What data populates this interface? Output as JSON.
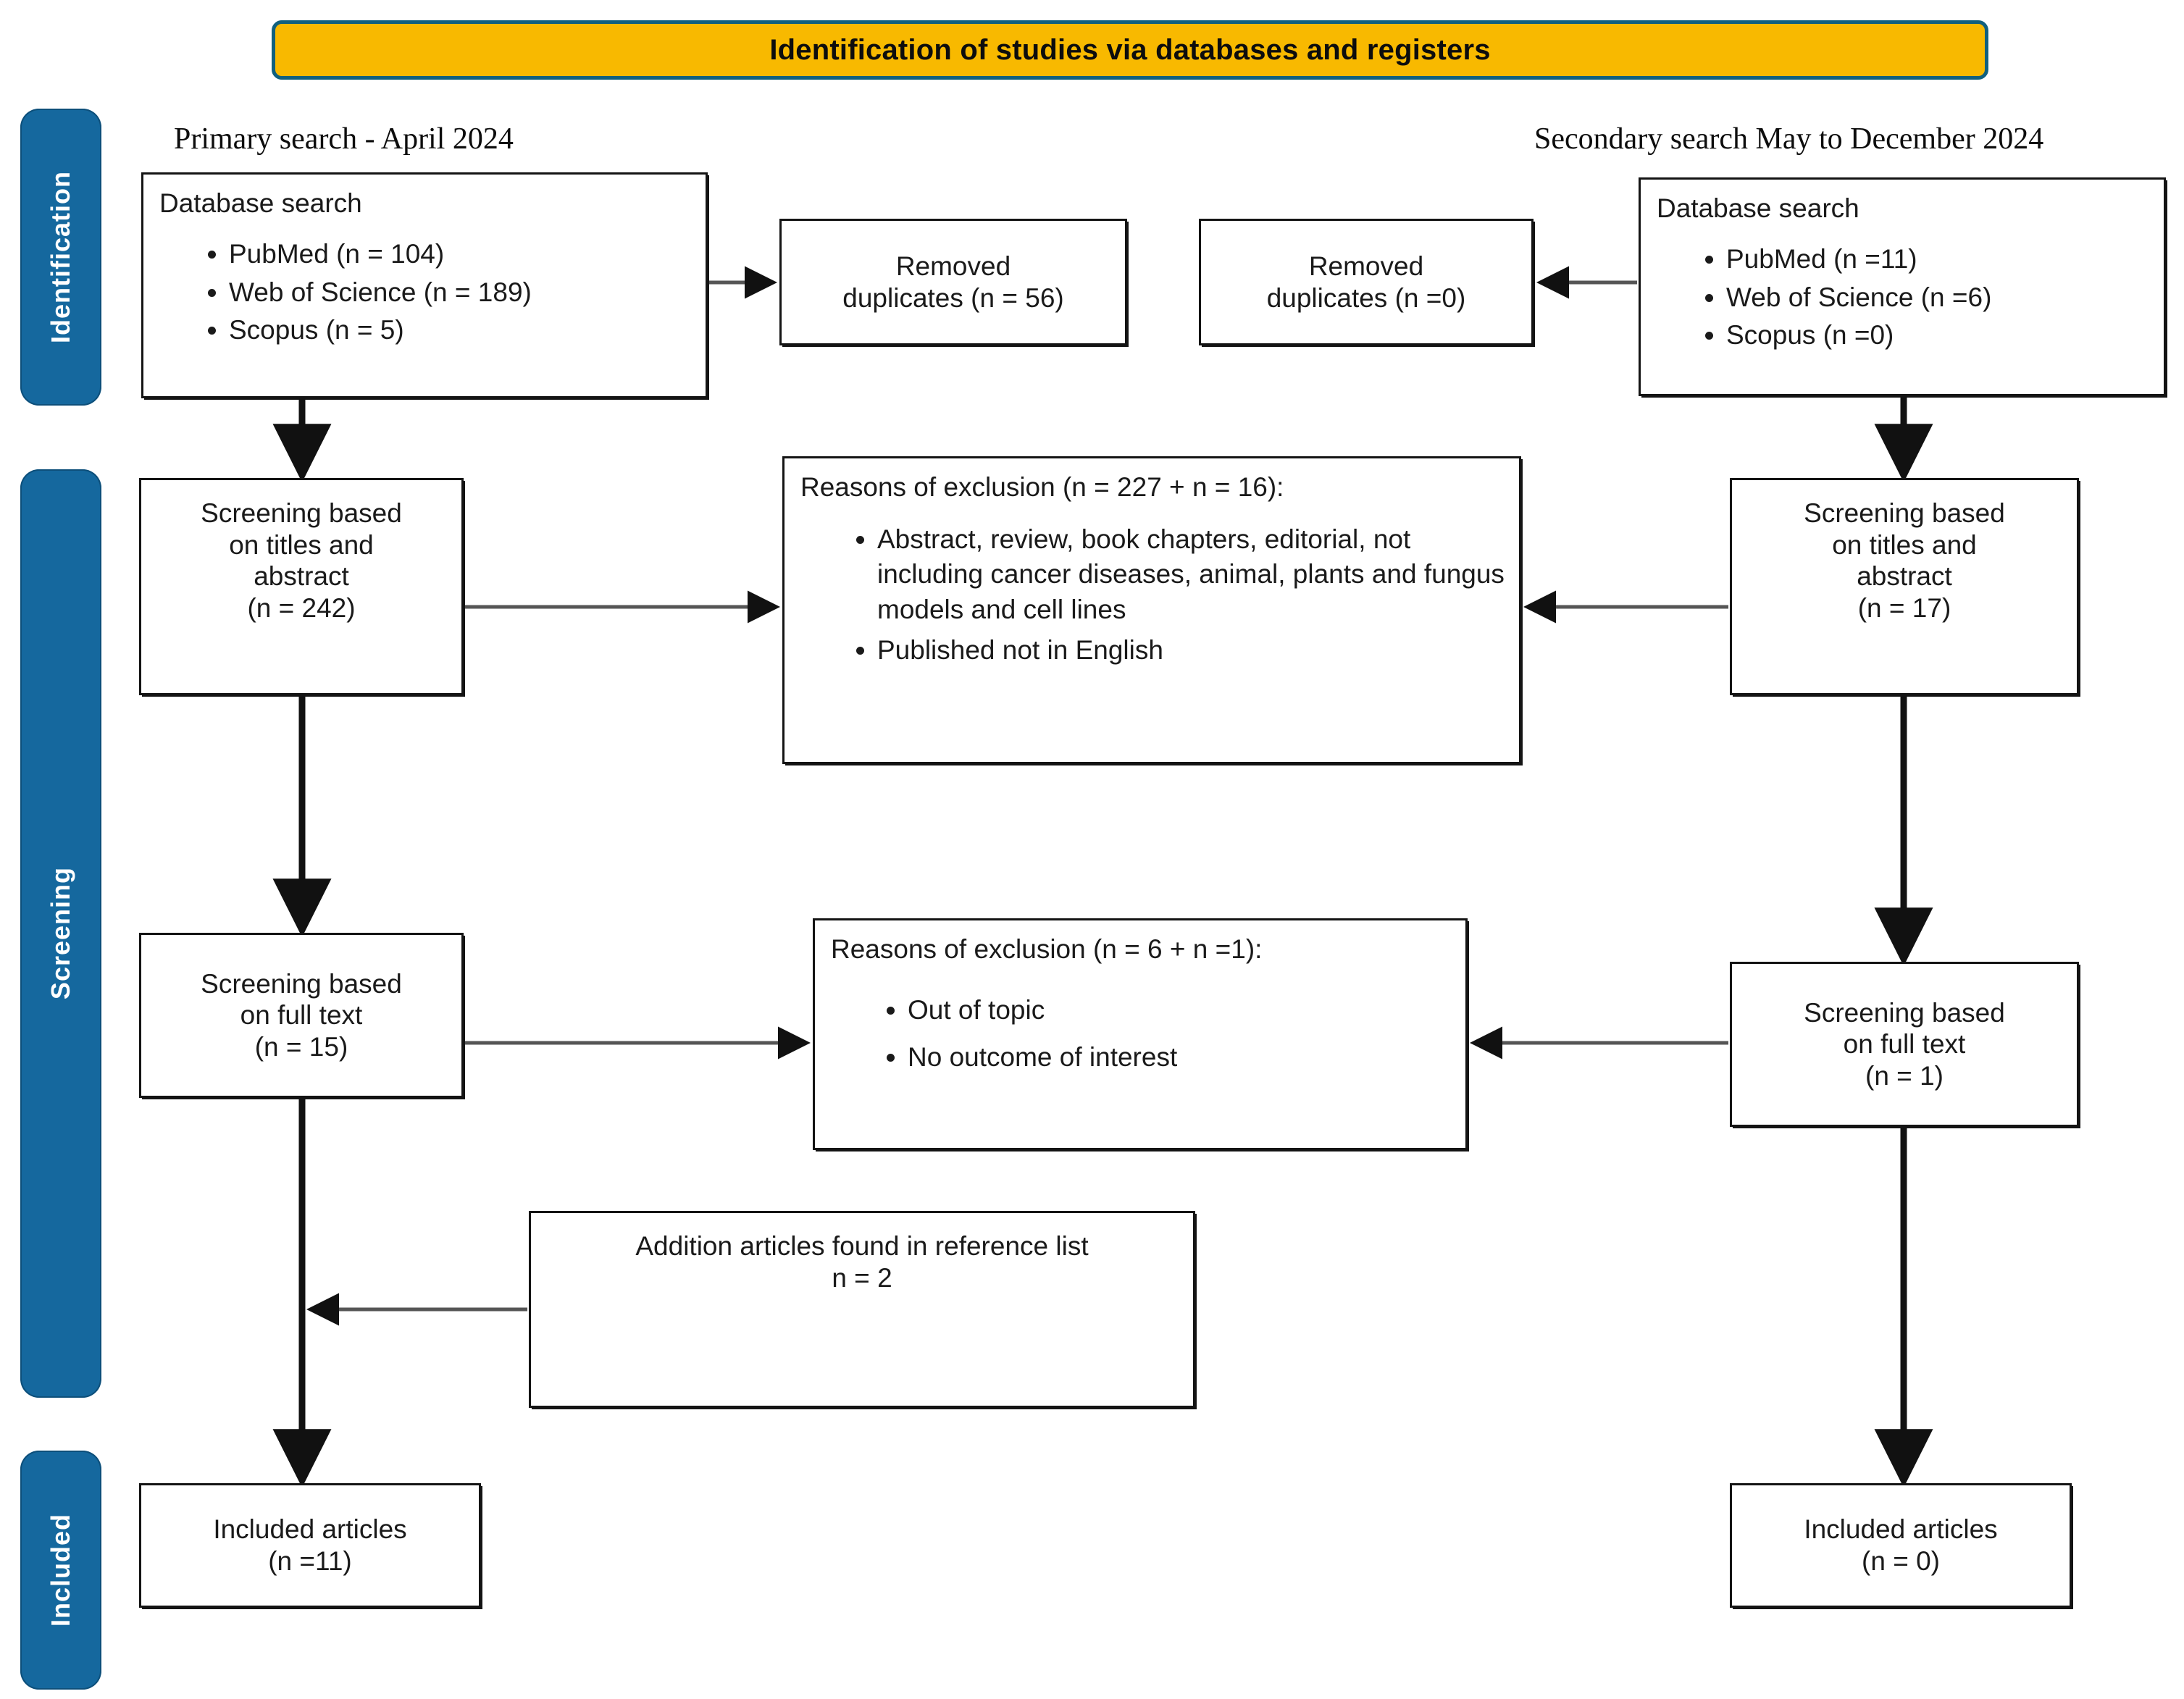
{
  "banner": {
    "title": "Identification of studies via databases and registers",
    "fill_color": "#F8B900",
    "border_color": "#11607E"
  },
  "stages": {
    "accent_color": "#15689E",
    "items": [
      {
        "label": "Identification"
      },
      {
        "label": "Screening"
      },
      {
        "label": "Included"
      }
    ]
  },
  "columns": {
    "primary_caption": "Primary search - April 2024",
    "secondary_caption": "Secondary search  May to December 2024"
  },
  "boxes": {
    "db_left": {
      "heading": "Database search",
      "items": [
        "PubMed (n = 104)",
        "Web of Science (n = 189)",
        "Scopus (n = 5)"
      ]
    },
    "db_right": {
      "heading": "Database search",
      "items": [
        "PubMed (n =11)",
        "Web of Science (n =6)",
        "Scopus (n =0)"
      ]
    },
    "dup_left": {
      "line1": "Removed",
      "line2": "duplicates (n = 56)"
    },
    "dup_right": {
      "line1": "Removed",
      "line2": "duplicates (n =0)"
    },
    "screen_titles_left": {
      "line1": "Screening based",
      "line2": "on titles and",
      "line3": "abstract",
      "line4": "(n = 242)"
    },
    "screen_titles_right": {
      "line1": "Screening based",
      "line2": "on titles and",
      "line3": "abstract",
      "line4": "(n = 17)"
    },
    "reasons_titles": {
      "heading": "Reasons of exclusion (n = 227 + n = 16):",
      "items": [
        "Abstract, review, book chapters, editorial, not including cancer diseases, animal, plants and fungus models and cell lines",
        "Published not in English"
      ]
    },
    "screen_fulltext_left": {
      "line1": "Screening based",
      "line2": "on full text",
      "line3": "(n = 15)"
    },
    "screen_fulltext_right": {
      "line1": "Screening based",
      "line2": "on full text",
      "line3": "(n = 1)"
    },
    "reasons_fulltext": {
      "heading": "Reasons of exclusion (n = 6 + n =1):",
      "items": [
        "Out of topic",
        "No outcome of interest"
      ]
    },
    "addition": {
      "line1": "Addition articles found in reference list",
      "line2": "n = 2"
    },
    "included_left": {
      "line1": "Included articles",
      "line2": "(n =11)"
    },
    "included_right": {
      "line1": "Included articles",
      "line2": "(n = 0)"
    }
  }
}
